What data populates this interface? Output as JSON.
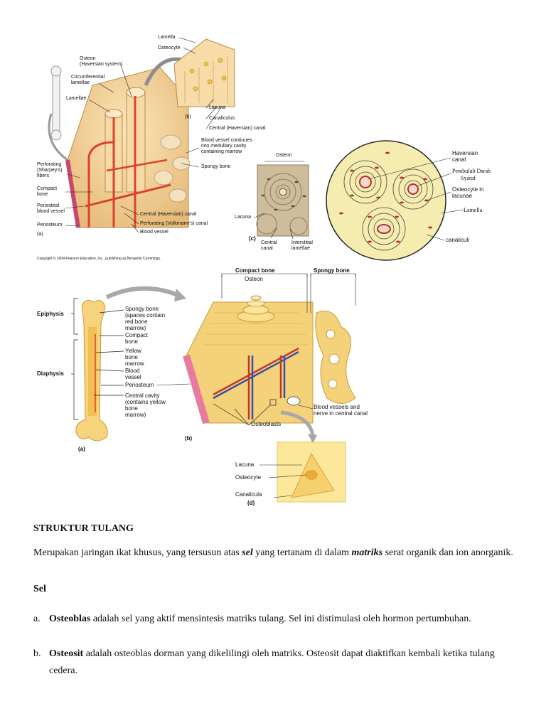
{
  "figure1": {
    "labels": {
      "lamella": "Lamella",
      "osteocyte": "Osteocyte",
      "osteon": "Osteon\n(Haversian system)",
      "circumferential": "Circumferential\nlamellae",
      "lamellae": "Lamellae",
      "b": "(b)",
      "lacuna": "Lacuna",
      "canaliculus": "Canaliculus",
      "central_canal_b": "Central (Haversian) canal",
      "blood_vessel_continues": "Blood vessel continues\ninto medullary cavity\ncontaining marrow",
      "perforating_fibers": "Perforating\n(Sharpey's)\nfibers",
      "spongy_bone": "Spongy bone",
      "compact_bone": "Compact\nbone",
      "periosteal": "Periosteal\nblood vessel",
      "periosteum": "Periosteum",
      "a": "(a)",
      "central_canal": "Central (Haversian) canal",
      "perforating_canal": "Perforating (Volkmann's) canal",
      "blood_vessel": "Blood vessel",
      "copyright": "Copyright © 2004 Pearson Education, Inc., publishing as Benjamin Cummings."
    }
  },
  "figure2": {
    "labels": {
      "osteon": "Osteon",
      "lacuna": "Lacuna",
      "c": "(c)",
      "central_canal": "Central\ncanal",
      "interstitial": "Interstitial\nlamellae"
    }
  },
  "figure3": {
    "labels": {
      "haversian": "Haversian\ncanal",
      "pembuluh": "Pembuluh Darah",
      "syaraf": "Syaraf",
      "osteocyte_lacunae": "Osteocyte in\nlacunae",
      "lamella": "Lamella",
      "canaliculi": "canaliculi"
    }
  },
  "figure4": {
    "labels": {
      "compact_bone": "Compact bone",
      "spongy_bone_title": "Spongy bone",
      "osteon": "Osteon",
      "epiphysis": "Epiphysis",
      "diaphysis": "Diaphysis",
      "spongy_bone": "Spongy bone\n(spaces contain\nred bone\nmarrow)",
      "compact_bone2": "Compact\nbone",
      "yellow_marrow": "Yellow\nbone\nmarrow",
      "blood_vessel": "Blood\nvessel",
      "periosteum": "Periosteum",
      "central_cavity": "Central cavity\n(contains yellow\nbone\nmarrow)",
      "a": "(a)",
      "b": "(b)",
      "osteoblasts": "Osteoblasts",
      "blood_vessels_nerve": "Blood vessels and\nnerve in central canal",
      "lacuna": "Lacuna",
      "osteocyte": "Osteocyte",
      "canalicula": "Canalicula",
      "d": "(d)"
    }
  },
  "doc": {
    "heading": "STRUKTUR TULANG",
    "para_pre": "Merupakan jaringan ikat khusus, yang tersusun atas ",
    "para_sel": "sel",
    "para_mid": " yang tertanam di dalam ",
    "para_matriks": "matriks",
    "para_post": " serat organik dan ion anorganik.",
    "subheading": "Sel",
    "items": [
      {
        "marker": "a.",
        "term": "Osteoblas",
        "text": " adalah sel yang aktif mensintesis matriks tulang. Sel ini distimulasi oleh hormon pertumbuhan."
      },
      {
        "marker": "b.",
        "term": "Osteosit",
        "text": " adalah osteoblas dorman yang dikelilingi oleh matriks. Osteosit dapat diaktifkan kembali ketika tulang cedera."
      }
    ]
  }
}
